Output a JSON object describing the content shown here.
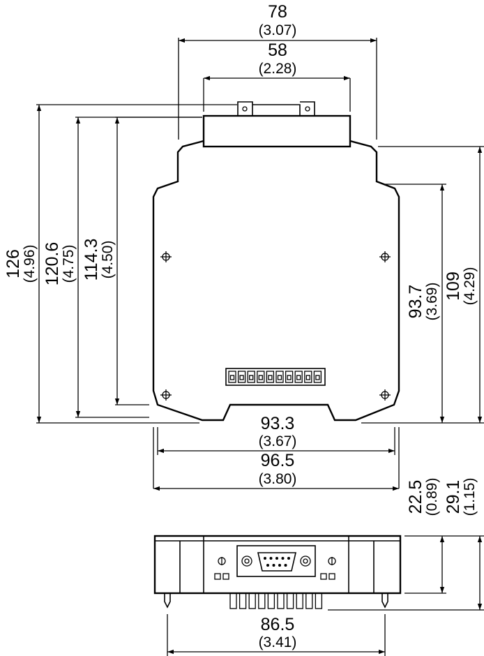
{
  "dimensions": {
    "width_78": {
      "value": "78",
      "inch": "(3.07)"
    },
    "width_58": {
      "value": "58",
      "inch": "(2.28)"
    },
    "height_126": {
      "value": "126",
      "inch": "(4.96)"
    },
    "height_120_6": {
      "value": "120.6",
      "inch": "(4.75)"
    },
    "height_114_3": {
      "value": "114.3",
      "inch": "(4.50)"
    },
    "height_93_7": {
      "value": "93.7",
      "inch": "(3.69)"
    },
    "height_109": {
      "value": "109",
      "inch": "(4.29)"
    },
    "width_93_3": {
      "value": "93.3",
      "inch": "(3.67)"
    },
    "width_96_5": {
      "value": "96.5",
      "inch": "(3.80)"
    },
    "depth_22_5": {
      "value": "22.5",
      "inch": "(0.89)"
    },
    "depth_29_1": {
      "value": "29.1",
      "inch": "(1.15)"
    },
    "width_86_5": {
      "value": "86.5",
      "inch": "(3.41)"
    }
  }
}
